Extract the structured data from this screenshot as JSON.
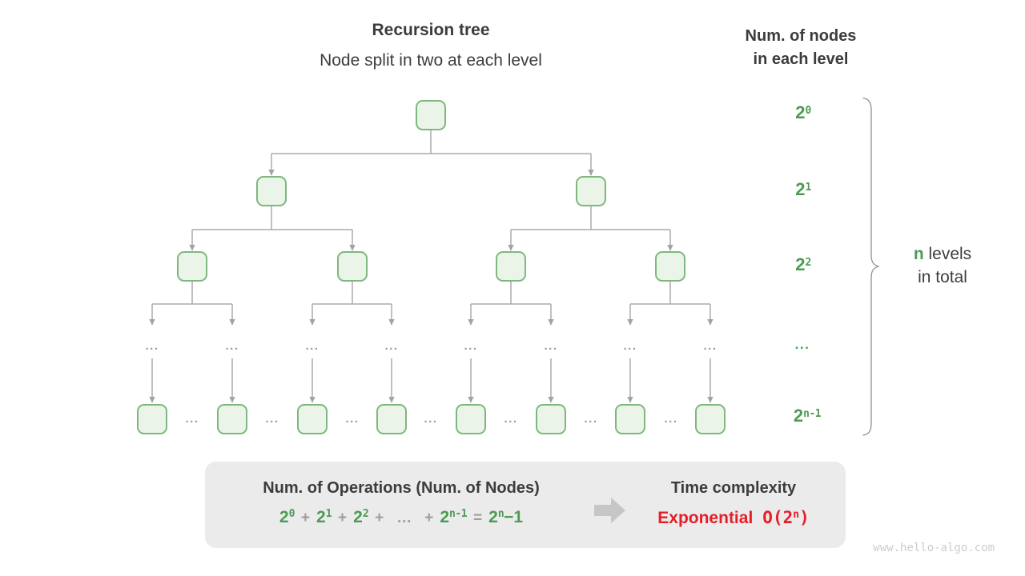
{
  "title": "Recursion tree",
  "subtitle": "Node split in two at each level",
  "right_header": {
    "line1": "Num. of nodes",
    "line2": "in each level"
  },
  "level_labels": {
    "l0": {
      "base": "2",
      "sup": "0"
    },
    "l1": {
      "base": "2",
      "sup": "1"
    },
    "l2": {
      "base": "2",
      "sup": "2"
    },
    "l3": "...",
    "l4": {
      "base": "2",
      "sup": "n-1"
    }
  },
  "brace_label": {
    "highlight": "n",
    "text1": " levels",
    "text2": "in total"
  },
  "ellipsis": "...",
  "summary_panel": {
    "operations_title": "Num. of Operations (Num. of Nodes)",
    "formula": {
      "terms": [
        {
          "base": "2",
          "sup": "0"
        },
        {
          "op": "+"
        },
        {
          "base": "2",
          "sup": "1"
        },
        {
          "op": "+"
        },
        {
          "base": "2",
          "sup": "2"
        },
        {
          "op": "+"
        },
        {
          "op": "…"
        },
        {
          "op": "+"
        },
        {
          "base": "2",
          "sup": "n-1"
        },
        {
          "op": "="
        },
        {
          "base": "2",
          "sup": "n",
          "suffix": "−1"
        }
      ]
    },
    "time_title": "Time complexity",
    "complexity_word": "Exponential",
    "complexity_o": {
      "base": "O(2",
      "sup": "n",
      "close": ")"
    }
  },
  "watermark": "www.hello-algo.com",
  "colors": {
    "accent_green": "#4d9b54",
    "status_red": "#e61e28",
    "node_fill": "#eaf4e8",
    "node_border": "#7eb87c",
    "connector_gray": "#ababab"
  }
}
